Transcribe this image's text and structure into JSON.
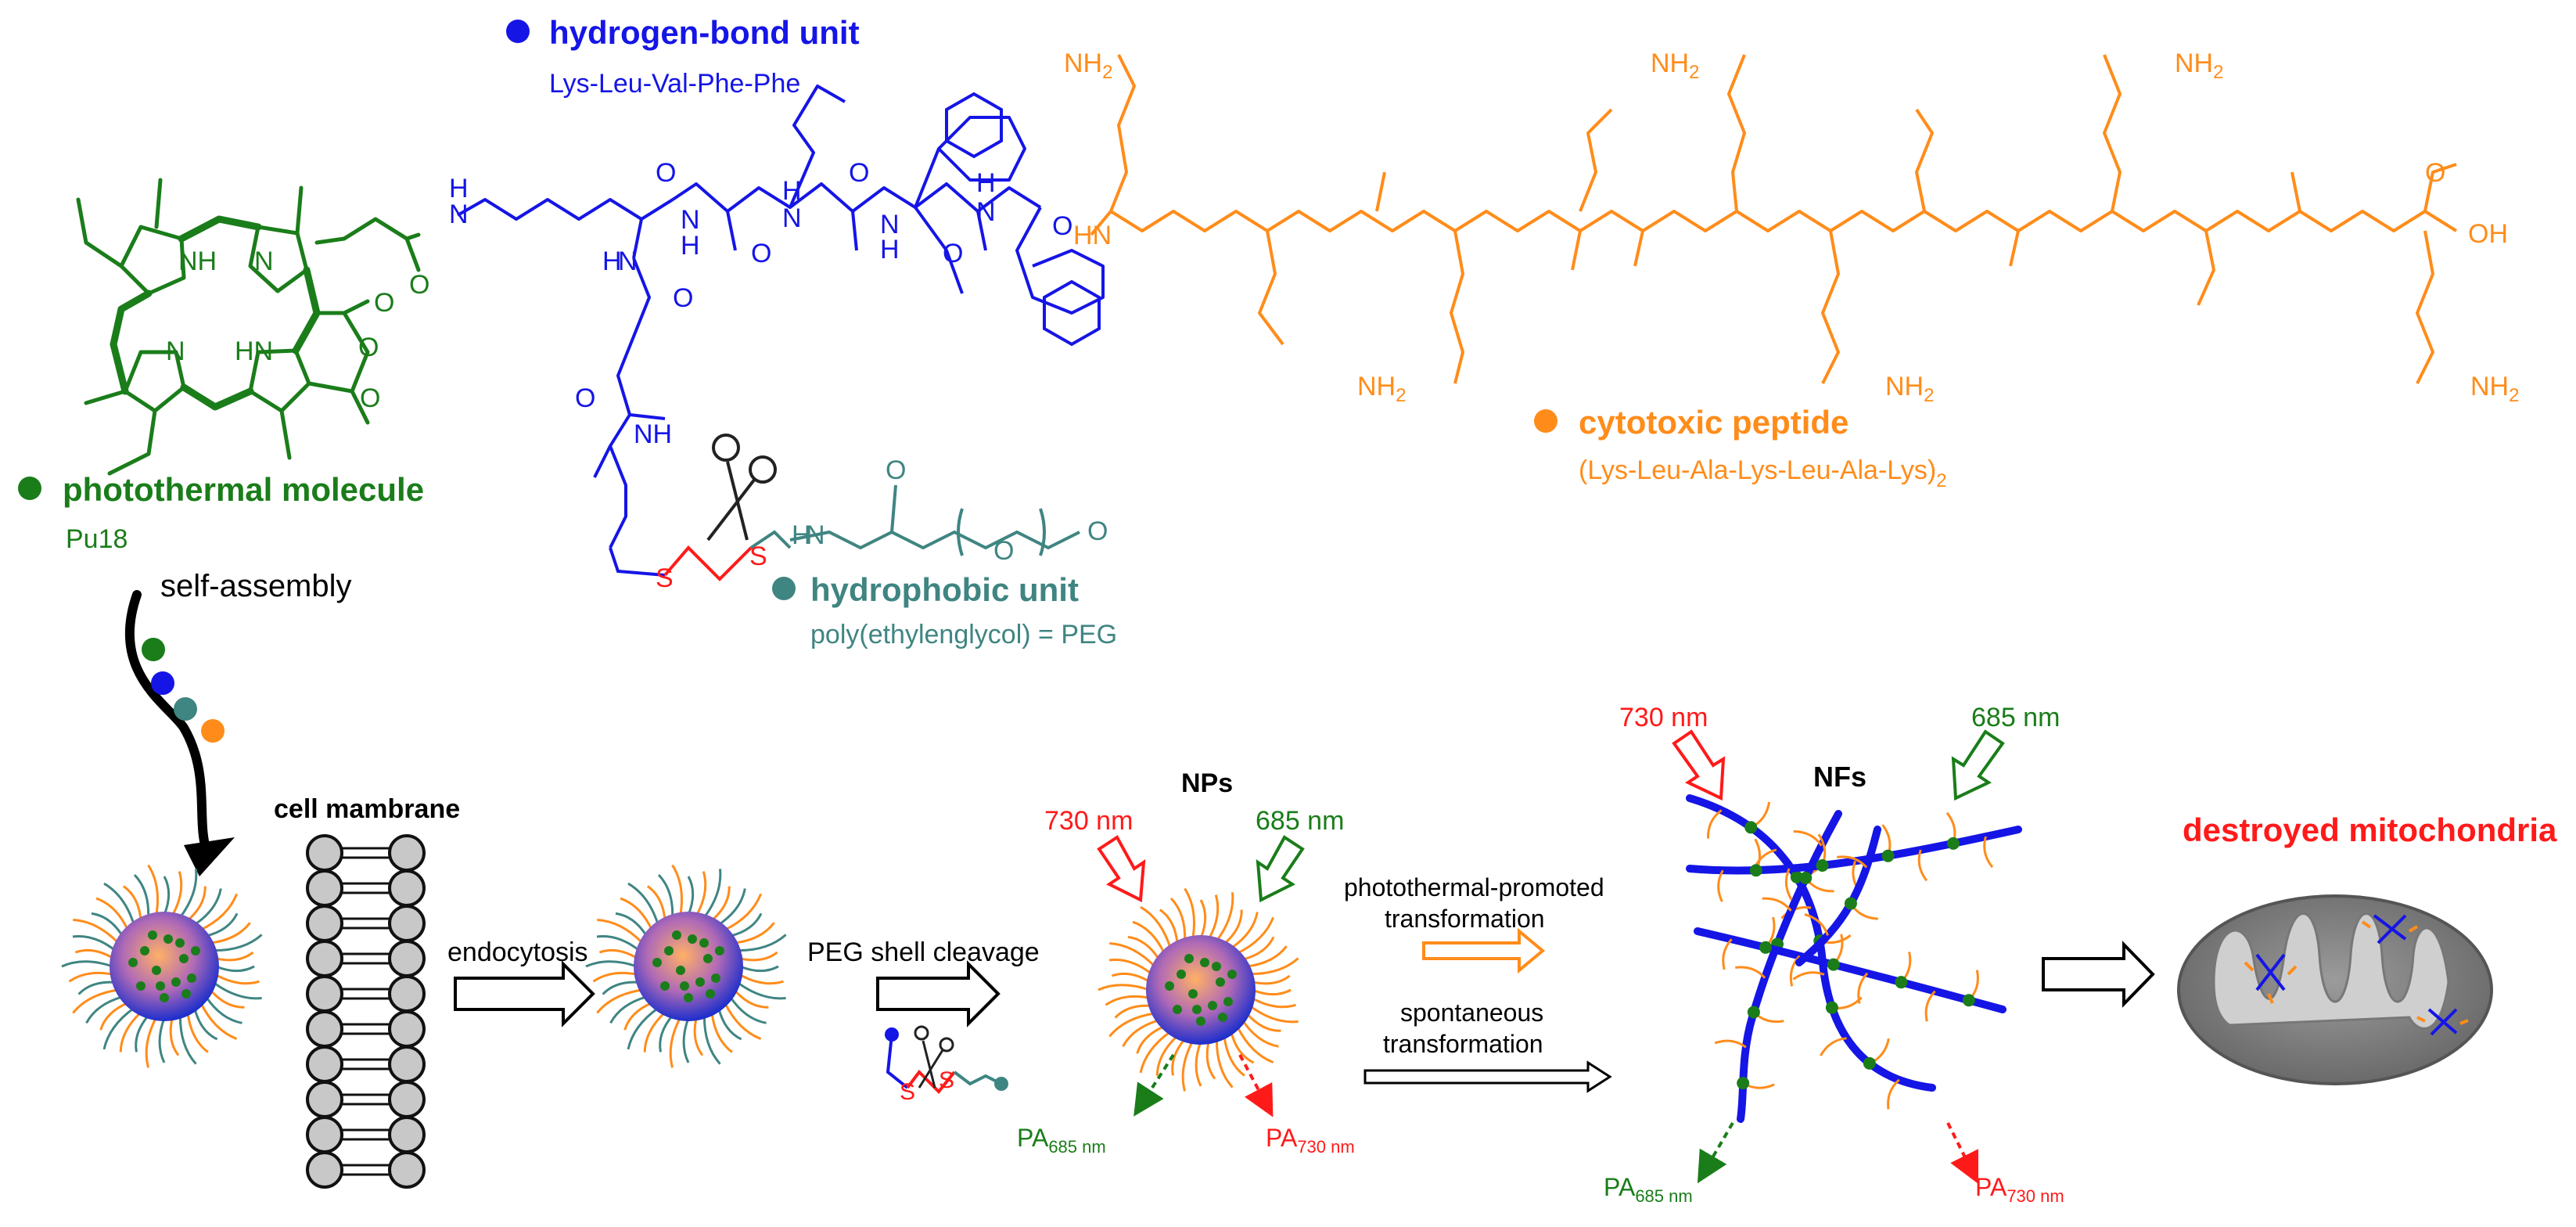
{
  "colors": {
    "green": "#1a7d1a",
    "blue": "#1515e6",
    "teal": "#3f8582",
    "orange": "#ff8c1a",
    "red": "#ff1a1a",
    "black": "#000000",
    "grey": "#9a9a9a"
  },
  "legend": {
    "hydrogen_bond": {
      "title": "hydrogen-bond unit",
      "subtitle": "Lys-Leu-Val-Phe-Phe"
    },
    "photothermal": {
      "title": "photothermal molecule",
      "subtitle": "Pu18"
    },
    "hydrophobic": {
      "title": "hydrophobic unit",
      "subtitle": "poly(ethylenglycol) = PEG"
    },
    "cytotoxic": {
      "title": "cytotoxic peptide",
      "subtitle_main": "(Lys-Leu-Ala-Lys-Leu-Ala-Lys)",
      "subtitle_sub": "2"
    }
  },
  "structure": {
    "nh": "NH",
    "hn": "HN",
    "n": "N",
    "o": "O",
    "h": "H",
    "oh": "OH",
    "s": "S",
    "nh2": "NH",
    "nh2_sub": "2"
  },
  "process": {
    "self_assembly": "self-assembly",
    "cell_membrane": "cell mambrane",
    "endocytosis": "endocytosis",
    "peg_cleavage": "PEG shell cleavage",
    "nps": "NPs",
    "nfs": "NFs",
    "wavelength_730": "730 nm",
    "wavelength_685": "685 nm",
    "pa_prefix": "PA",
    "pa_685_sub": "685 nm",
    "pa_730_sub": "730 nm",
    "photothermal_line1": "photothermal-promoted",
    "photothermal_line2": "transformation",
    "spontaneous_line1": "spontaneous",
    "spontaneous_line2": "transformation",
    "destroyed": "destroyed mitochondria"
  },
  "icons": [
    "scissors-icon",
    "disulfide-linker",
    "micelle-nanoparticle",
    "nanofiber-network",
    "mitochondrion-icon",
    "hollow-arrow-icon",
    "dotted-arrow-icon"
  ]
}
